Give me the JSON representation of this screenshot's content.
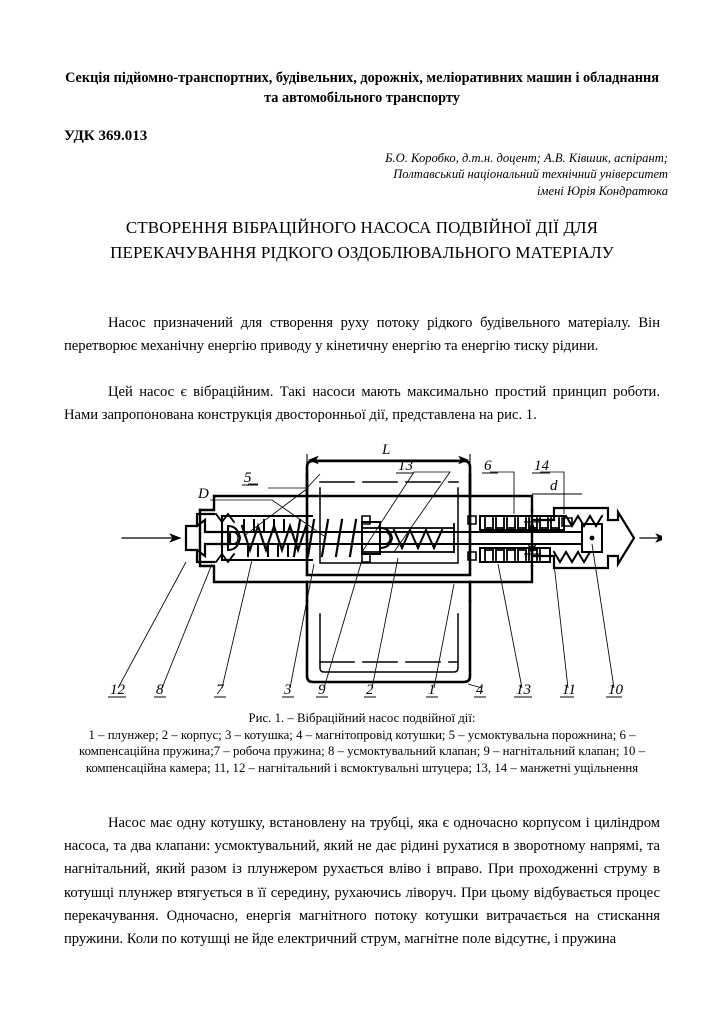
{
  "section_heading": "Секція підйомно-транспортних, будівельних, дорожніх, меліоративних машин і обладнання та автомобільного транспорту",
  "udk": "УДК 369.013",
  "authors": {
    "line1": "Б.О. Коробко, д.т.н. доцент; А.В. Ківшик, аспірант;",
    "line2": "Полтавський національний технічний університет",
    "line3": "імені Юрія Кондратюка"
  },
  "title": "СТВОРЕННЯ ВІБРАЦІЙНОГО НАСОСА ПОДВІЙНОЇ ДІЇ ДЛЯ ПЕРЕКАЧУВАННЯ РІДКОГО ОЗДОБЛЮВАЛЬНОГО МАТЕРІАЛУ",
  "paragraphs": {
    "p1": "Насос призначений для створення руху потоку рідкого будівельного матеріалу. Він перетворює механічну енергію приводу у кінетичну енергію та енергію тиску рідини.",
    "p2": "Цей насос є вібраційним. Такі насоси мають максимально простий принцип роботи. Нами запропонована конструкція двосторонньої дії, представлена на рис. 1.",
    "p3": "Насос має одну котушку, встановлену на трубці, яка є одночасно корпусом і циліндром насоса, та два клапани: усмоктувальний, який не дає рідині рухатися в зворотному напрямі, та нагнітальний, який разом із плунжером рухається вліво і вправо. При проходженні струму в котушці плунжер втягується в її середину, рухаючись ліворуч. При цьому відбувається процес перекачування. Одночасно, енергія магнітного потоку котушки витрачається на стискання пружини. Коли по котушці не йде електричний струм, магнітне поле відсутнє, і пружина"
  },
  "figure": {
    "caption_title": "Рис. 1. – Вібраційний насос подвійної дії:",
    "caption_legend": "1 – плунжер; 2 – корпус; 3 – котушка; 4 – магнітопровід котушки; 5 – усмоктувальна порожнина; 6 – компенсаційна пружина;7 – робоча пружина; 8 – усмоктувальний клапан; 9 – нагнітальний клапан; 10 – компенсаційна камера; 11, 12 – нагнітальний і всмоктувальні штуцера; 13, 14 – манжетні ущільнення",
    "dimension_labels": {
      "length": "L",
      "outer_diameter": "D",
      "rod_diameter": "d"
    },
    "callouts_top": [
      "5",
      "13",
      "6",
      "14"
    ],
    "callouts_bottom": [
      "12",
      "8",
      "7",
      "3",
      "9",
      "2",
      "1",
      "4",
      "13",
      "11",
      "10"
    ],
    "line_color": "#000000"
  }
}
